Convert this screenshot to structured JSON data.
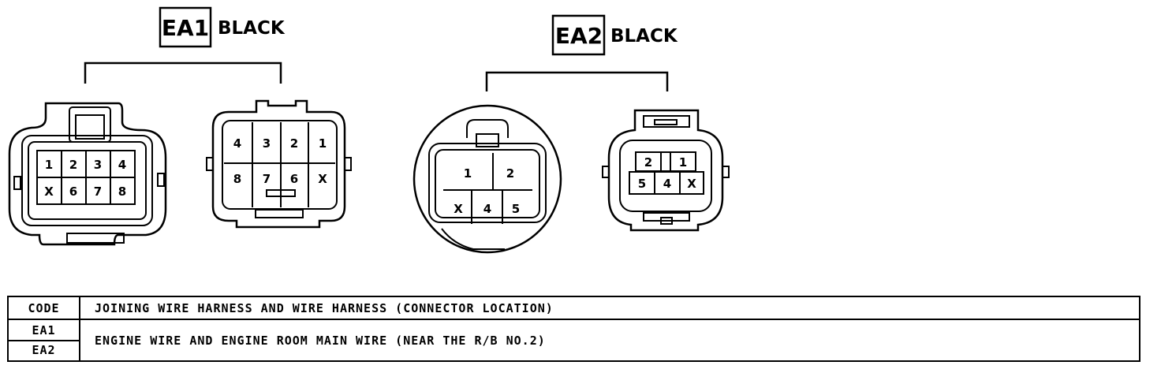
{
  "connectors": [
    {
      "code": "EA1",
      "color": "BLACK",
      "female_pins": [
        "1",
        "2",
        "3",
        "4",
        "X",
        "6",
        "7",
        "8"
      ],
      "male_pins": [
        "4",
        "3",
        "2",
        "1",
        "8",
        "7",
        "6",
        "X"
      ]
    },
    {
      "code": "EA2",
      "color": "BLACK",
      "female_pins": [
        "1",
        "2",
        "X",
        "4",
        "5"
      ],
      "male_pins": [
        "2",
        "1",
        "5",
        "4",
        "X"
      ]
    }
  ],
  "table": {
    "header_code": "CODE",
    "header_desc": "JOINING WIRE HARNESS AND WIRE HARNESS (CONNECTOR LOCATION)",
    "codes": [
      "EA1",
      "EA2"
    ],
    "desc": "ENGINE WIRE AND ENGINE ROOM MAIN WIRE (NEAR THE R/B NO.2)"
  }
}
